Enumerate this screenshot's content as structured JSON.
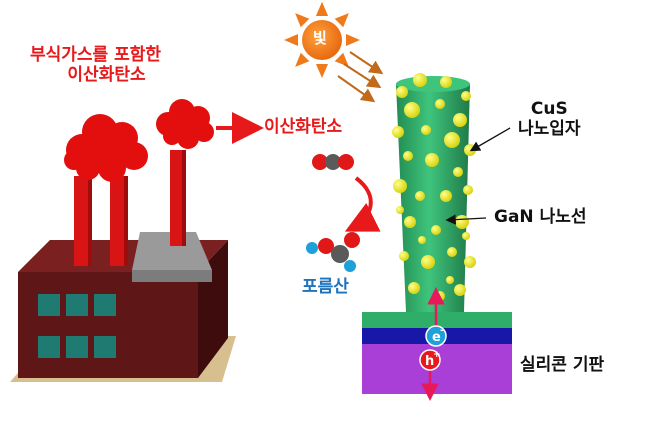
{
  "labels": {
    "source_gas_line1": "부식가스를 포함한",
    "source_gas_line2": "이산화탄소",
    "co2": "이산화탄소",
    "formic_acid": "포름산",
    "light": "빛",
    "cus_line1": "CuS",
    "cus_line2": "나노입자",
    "gan": "GaN 나노선",
    "substrate": "실리콘 기판",
    "electron": "e",
    "electron_sup": "-",
    "hole": "h",
    "hole_sup": "+"
  },
  "colors": {
    "accent_red": "#e8191b",
    "formic_blue": "#1e73be",
    "sun_orange": "#f07a1a",
    "nanowire_green": "#2fae6a",
    "particle_yellow": "#e6e419",
    "silicon_purple": "#a93fd6",
    "factory_brown": "#5a1515"
  },
  "icons": [
    "sun-icon",
    "factory-icon",
    "smoke-cloud-icon",
    "co2-molecule-icon",
    "formic-acid-molecule-icon"
  ]
}
